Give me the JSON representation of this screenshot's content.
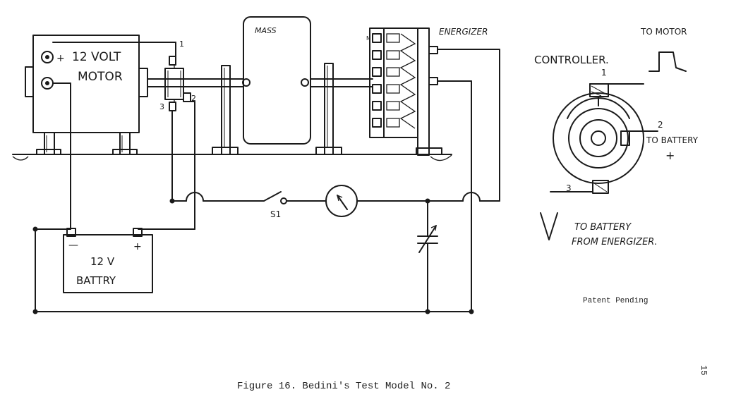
{
  "labels": {
    "motor_line1": "12 VOLT",
    "motor_line2": "MOTOR",
    "motor_plus": "+",
    "motor_minus": "-",
    "mass": "MASS",
    "energizer": "ENERGIZER",
    "coil_letter": "N",
    "battery_line1": "12 V",
    "battery_line2": "BATTRY",
    "battery_minus": "—",
    "battery_plus": "+",
    "switch": "S1",
    "terminal_1": "1",
    "terminal_2": "2",
    "terminal_3": "3",
    "controller_title": "CONTROLLER.",
    "to_motor": "TO MOTOR",
    "ctrl_terminal_1": "1",
    "ctrl_terminal_2": "2",
    "ctrl_terminal_3": "3",
    "to_battery_plus": "TO BATTERY",
    "plus_sign": "+",
    "note_line1": "TO  BATTERY",
    "note_line2": "FROM  ENERGIZER.",
    "patent": "Patent Pending"
  },
  "caption": "Figure 16.  Bedini's Test Model No. 2",
  "page_number": "15"
}
